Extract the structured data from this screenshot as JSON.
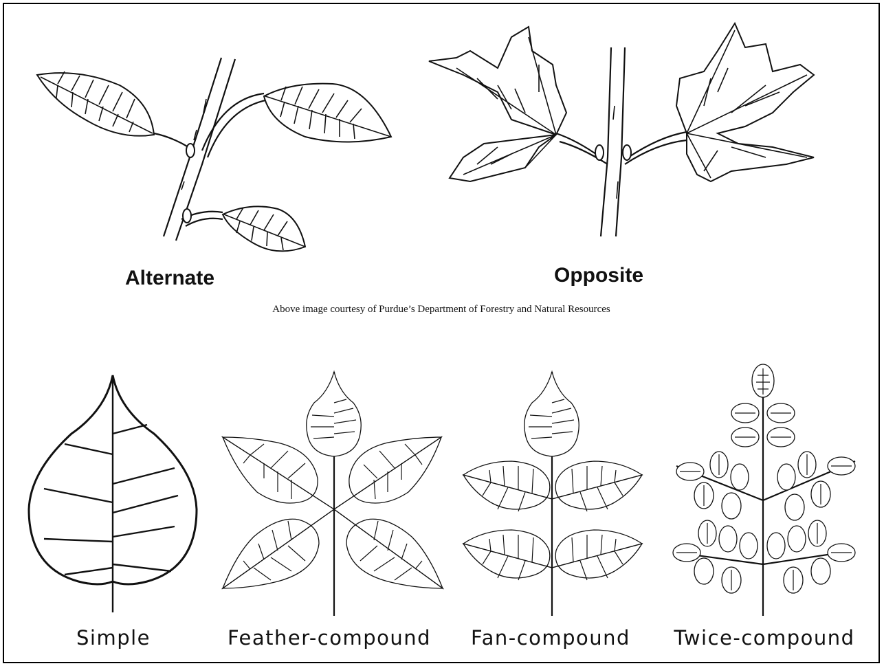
{
  "arrangement": {
    "alternate_label": "Alternate",
    "opposite_label": "Opposite",
    "credit": "Above image courtesy of Purdue’s Department of Forestry and Natural Resources"
  },
  "leaf_types": [
    {
      "label": "Simple",
      "icon": "simple-leaf"
    },
    {
      "label": "Feather-compound",
      "icon": "feather-compound-leaf"
    },
    {
      "label": "Fan-compound",
      "icon": "fan-compound-leaf"
    },
    {
      "label": "Twice-compound",
      "icon": "twice-compound-leaf"
    }
  ]
}
